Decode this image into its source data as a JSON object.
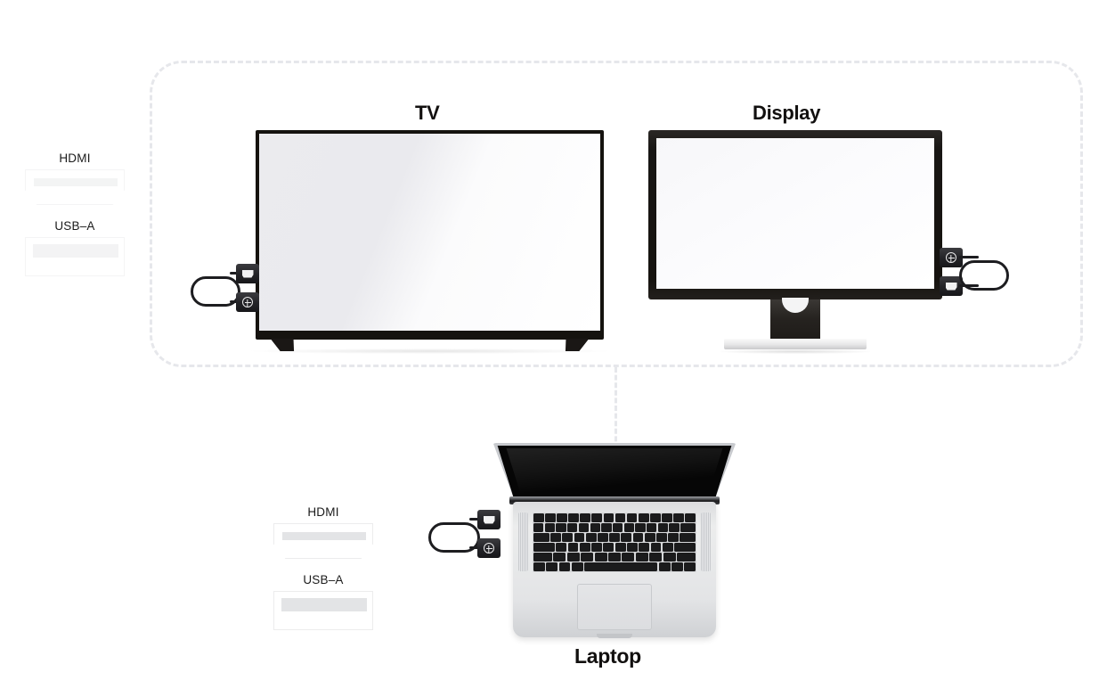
{
  "diagram": {
    "title_tv": "TV",
    "title_display": "Display",
    "title_laptop": "Laptop"
  },
  "legend_top": {
    "hdmi_label": "HDMI",
    "usb_label": "USB–A",
    "hdmi_icon": "hdmi-port-icon",
    "usb_icon": "usb-a-port-icon"
  },
  "legend_bottom": {
    "hdmi_label": "HDMI",
    "usb_label": "USB–A",
    "hdmi_icon": "hdmi-port-icon",
    "usb_icon": "usb-a-port-icon"
  },
  "connectors": {
    "tv": [
      {
        "type": "hdmi",
        "icon": "hdmi-connector-icon",
        "position": "top"
      },
      {
        "type": "usb",
        "icon": "usb-connector-icon",
        "position": "bottom"
      }
    ],
    "display": [
      {
        "type": "usb",
        "icon": "usb-connector-icon",
        "position": "top"
      },
      {
        "type": "hdmi",
        "icon": "hdmi-connector-icon",
        "position": "bottom"
      }
    ],
    "laptop": [
      {
        "type": "hdmi",
        "icon": "hdmi-connector-icon",
        "position": "top"
      },
      {
        "type": "usb",
        "icon": "usb-connector-icon",
        "position": "bottom"
      }
    ]
  },
  "colors": {
    "dashed_border": "#e6e7eb",
    "device_bezel": "#15130f",
    "connector_body": "#232327",
    "text": "#12100f",
    "port_fill": "#e3e4e6"
  }
}
